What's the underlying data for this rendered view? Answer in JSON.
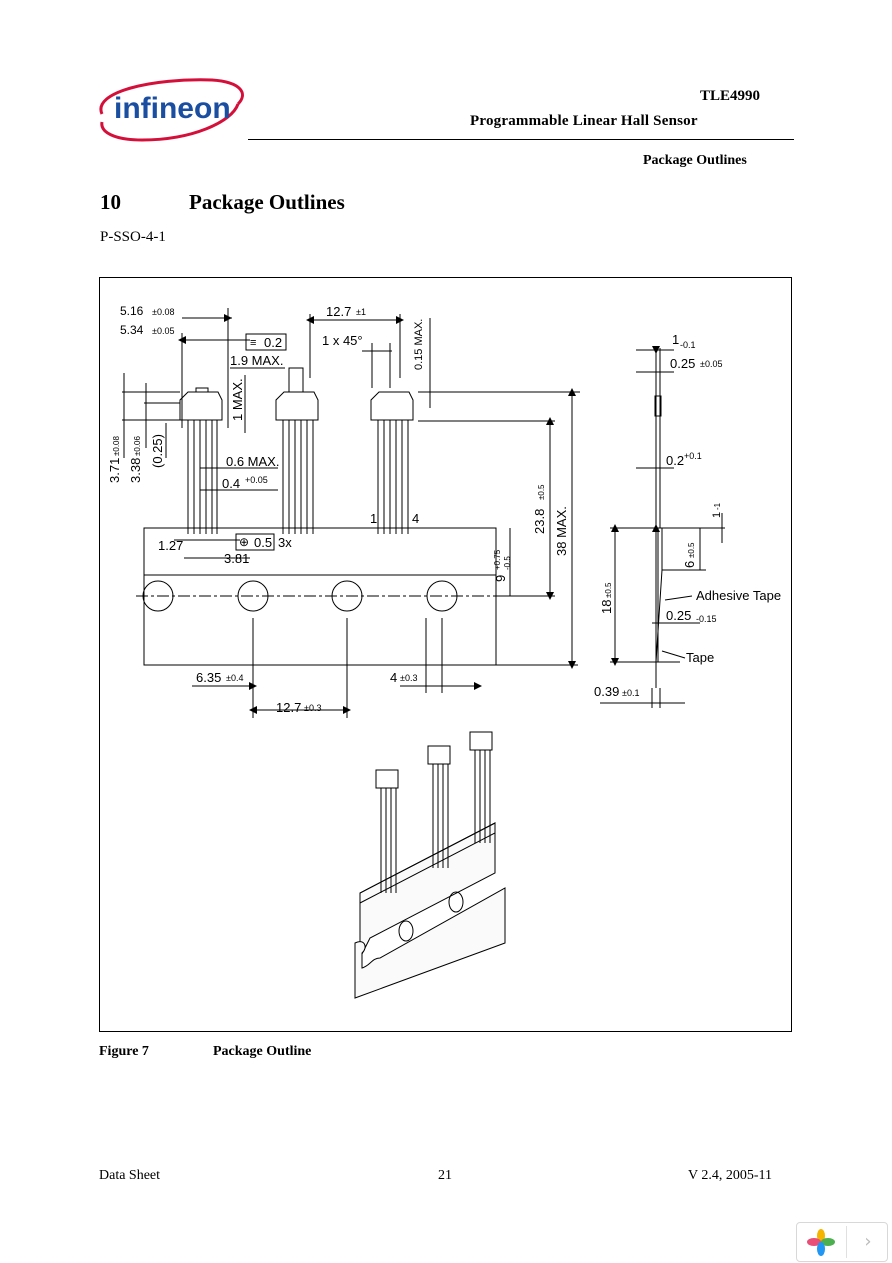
{
  "header": {
    "logo_text": "infineon",
    "product": "TLE4990",
    "subtitle": "Programmable Linear Hall Sensor",
    "section_label": "Package Outlines"
  },
  "section": {
    "number": "10",
    "title": "Package Outlines",
    "package_name": "P-SSO-4-1"
  },
  "drawing": {
    "dims": {
      "d516": "5.16",
      "d516_tol": "±0.08",
      "d534": "5.34",
      "d534_tol": "±0.05",
      "flat": "0.2",
      "d127top": "12.7",
      "d127top_tol": "±1",
      "chamfer": "1 x 45°",
      "d015": "0.15 MAX.",
      "d19": "1.9 MAX.",
      "d1max": "1 MAX.",
      "d371": "3.71",
      "d371_tol": "±0.08",
      "d338": "3.38",
      "d338_tol": "±0.06",
      "d025p": "(0.25)",
      "d06": "0.6 MAX.",
      "d04": "0.4",
      "d04_tol": "+0.05",
      "pos": "0.5",
      "pos_count": "3x",
      "d127": "1.27",
      "d381": "3.81",
      "pin1": "1",
      "pin4": "4",
      "d238": "23.8",
      "d238_tol": "±0.5",
      "d38": "38 MAX.",
      "d9": "9",
      "d9_tol_up": "+0.75",
      "d9_tol_dn": "-0.5",
      "d635": "6.35",
      "d635_tol": "±0.4",
      "d4": "4",
      "d4_tol": "±0.3",
      "d127b": "12.7",
      "d127b_tol": "±0.3",
      "s1": "1",
      "s1_tol": "-0.1",
      "s025": "0.25",
      "s025_tol": "±0.05",
      "s02": "0.2",
      "s02_tol": "+0.1",
      "s1m": "1",
      "s1m_tol": "-1",
      "s6": "6",
      "s6_tol": "±0.5",
      "s18": "18",
      "s18_tol": "±0.5",
      "adhesive": "Adhesive Tape",
      "s025b": "0.25",
      "s025b_tol": "-0.15",
      "tape": "Tape",
      "s039": "0.39",
      "s039_tol": "±0.1"
    }
  },
  "figure": {
    "label": "Figure 7",
    "title": "Package Outline"
  },
  "footer": {
    "left": "Data Sheet",
    "page": "21",
    "version": "V 2.4, 2005-11"
  },
  "nav": {
    "next_icon": "chevron-right-icon"
  }
}
